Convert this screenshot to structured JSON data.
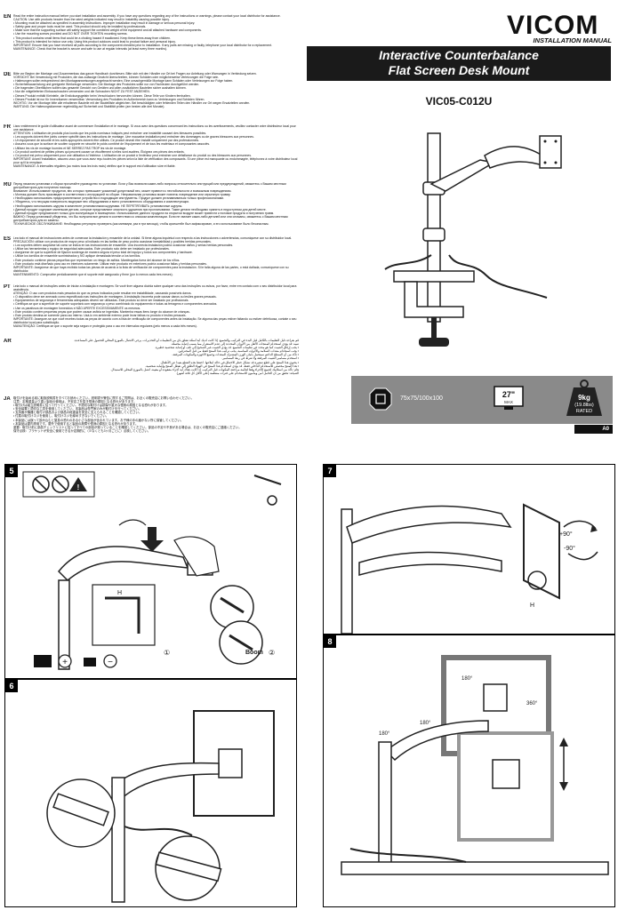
{
  "header": {
    "brand": "VICOM",
    "subtitle": "INSTALLATION MANUAL",
    "title_line1": "Interactive Counterbalance",
    "title_line2": "Flat Screen Desk Mount",
    "model": "VIC05-C012U"
  },
  "languages": [
    {
      "code": "EN",
      "lines": [
        "Read the entire instruction manual before you start installation and assembly. If you have any questions regarding any of the instructions or warnings, please contact your local distributor for assistance.",
        "CAUTION: Use with products heavier than the rated weights indicated may result in instability causing possible injury.",
        "• Mounting must be attached as specified in assembly instructions. Improper installation may result in damage or serious personal injury.",
        "• Safety gear and proper tools must be used. This product should only be installed by professionals.",
        "• Make sure that the supporting surface will safely support the combined weight of the equipment and all attached hardware and components.",
        "• Use the mounting screws provided and DO NOT OVER TIGHTEN mounting screws.",
        "• This product contains small items that could be a choking hazard if swallowed. Keep these items away from children.",
        "• This product is intended for indoor use only. Using this product outdoors could lead to product failure and personal injury.",
        "IMPORTANT: Ensure that you have received all parts according to the component checklist prior to installation. If any parts are missing or faulty, telephone your local distributor for a replacement.",
        "MAINTENANCE: Check that the bracket is secure and safe to use at regular intervals (at least every three months)."
      ]
    },
    {
      "code": "DE",
      "lines": [
        "Bitte vor Beginn der Montage und Zusammenbau das ganze Handbuch durchlesen. Bitte sich mit den Händler vor Ort bei Fragen zur Anleitung oder Warnungen in Verbindung setzen.",
        "VORSICHT: Bei Verwendung mit Produkten, die das zulässige Gewicht überschreiten, können Schäden oder möglicherweise Verletzungen die Folge sein.",
        "• Halterungen sollen entsprechend den Montageanweisungen angebracht werden. Eine unsachgemäße Montage kann Schäden oder Verletzungen zur Folge haben.",
        "• Sicherheitsausrüstung und geeignete Werkzeuge verwenden. Die Montage des Produktes sollte nur von Fachleuten durchgeführt werden.",
        "• Die tragenden Oberflächen sollten das gesamte Gewicht von Geräten und allen zusätzlichen Bauteilen sicher aushalten können.",
        "• Nur die mitgelieferten Einbauschrauben verwenden und die Schrauben NICHT ZU FEST ANZIEHEN.",
        "• Dieses Produkt enthält Kleinteile, die Erstickungsgefahr beim Verschlucken hervorrufen können. Diese Teile von Kindern fernhalten.",
        "• Dieses Produkt ist nur für Innenräumen verwendbar. Verwendung des Produktes im Außenbereich kann zu Verletzungen und Schäden führen.",
        "WICHTIG: Vor der Montage bitte alle erhaltenen Bauteile mit der Bauteilliste abgleichen. Bei beschädigten oder fehlenden Teilen den Händler vor Ort wegen Ersatzteilen anrufen.",
        "WARTUNG: Die Halterungsklammer regelmäßig auf Sicherheit und Stabilität prüfen (am besten alle drei Monate)."
      ]
    },
    {
      "code": "FR",
      "lines": [
        "Lisez entièrement le guide d'utilisateur avant de commencer l'installation et le montage. Si vous avez des questions concernant les instructions ou les avertissements, veuillez contacter votre distributeur local pour une assistance.",
        "ATTENTION: L'utilisation de produits plus lourds que les poids nominaux indiqués peut entraîner une instabilité causant des blessures possibles.",
        "• Les supports doivent être joints comme spécifié dans les instructions de montage. Une mauvaise installation peut entraîner des dommages ou de graves blessures aux personnes.",
        "• Un équipement de sécurité et les outils appropriés doivent être utilisés. Ce produit devrait être installé uniquement par des professionnels.",
        "• Assurez-vous que la surface de soutien supporte en sécurité le poids combiné de l'équipement et de tous les matériaux et composantes associés.",
        "• Utilisez les vis de montage fournies et NE SERREZ PAS TROP les vis de montage.",
        "• Ce produit contient de petites pièces qui peuvent causer un étouffement si elles sont avalées. Éloignez ces pièces des enfants.",
        "• Ce produit est prévu uniquement pour une utilisation à l'intérieur. L'utilisation de ce produit à l'extérieur peut entraîner une défaillance du produit ou des blessures aux personnes.",
        "IMPORTANT: Avant l'installation, assurez-vous que vous avez reçu toutes les pièces selon la liste de vérification des composants. Si une pièce est manquante ou endommagée, téléphonez à votre distributeur local pour qu'il la remplace.",
        "MAINTENANCE: À intervalles réguliers (au moins tous les trois mois) vérifiez que le support est d'utilisation sûre et fiable."
      ]
    },
    {
      "code": "RU",
      "lines": [
        "Перед началом установки и сборки прочитайте руководство по установке. Если у Вас возникли какие-либо вопросы относительно инструкций или предупреждений, свяжитесь с Вашим местным дистрибьютором для получения помощи.",
        "Внимание: Использование продуктов, вес которых превышает указанный допустимый вес, может привести к нестабильности и возможным повреждениям.",
        "• Монтаж должен быть произведен в соответствии с инструкцией по сборке. Неправильная установка может повлечь повреждение или серьезную травму.",
        "• Необходимо использовать предохранительное устройство и подходящие инструменты. Продукт должен устанавливаться только профессионалами.",
        "• Убедитесь, что несущая поверхность выдержит вес оборудования и всего установленного оборудования и комплектующих.",
        "• Необходимо использовать шурупы в комплекте установочными шурупами. НЕ ПЕРЕТЯГИВАТЬ установочные шурупы.",
        "• Данный продукт содержит маленькие детали, которые представляют опасность удушения при проглатывании. Такие детали необходимо хранить в недоступном для детей месте.",
        "• Данный продукт предназначен только для эксплуатации в помещениях. Использование данного продукта на открытом воздухе может привести к поломке продукта и получению травм.",
        "ВАЖНО: Перед установкой убедитесь, что Вы получили все детали в соответствии со списком комплектации. Если не хватает каких-либо деталей или они сломаны, свяжитесь с Вашим местным дистрибьютором для их замены.",
        "ТЕХНИЧЕСКОЕ ОБСЛУЖИВАНИЕ: Необходимо регулярно проверять (как минимум, раз в три месяца), чтобы кронштейн был зафиксирован, и его использование было безопасным."
      ]
    },
    {
      "code": "ES",
      "lines": [
        "Lea todo el manual de instrucciones antes de comenzar la instalación y ensamble de la unidad. Si tiene alguna inquietud con respecto a las instrucciones o advertencias, comuníquese con su distribuidor local.",
        "PRECAUCIÓN: utilizar con productos de mayor peso al indicado en las tarifas de peso podría ocasionar inestabilidad y posibles heridas personales.",
        "• Los soportes deben acoplarse tal como se indica en las instrucciones de ensamble. Una incorrecta instalación podría ocasionar daños y serias heridas personales.",
        "• Utilice las herramientas y equipo de seguridad adecuados. Este producto solo debe ser instalado por profesionales.",
        "• Asegúrese de que la superficie de fijación sostenga de manera segura el peso total del equipo y todos sus componentes y hardware.",
        "• Utilice los tornillos de ensamble suministrados y NO aplique demasiada tensión a los tornillos.",
        "• Este producto contiene piezas pequeñas que representan un riesgo de asfixia. Manténgalas fuera del alcance de los niños.",
        "• Este producto está diseñado para uso en interiores solamente. Utilizar este producto en exteriores podría ocasionar fallas y heridas personales.",
        "IMPORTANTE: Asegúrese de que haya recibido todas las piezas de acuerdo a la lista de verificación de componentes para la instalación. Si le falta alguna de las partes, o está dañada, comuníquese con su distribuidor.",
        "MANTENIMIENTO: Compruebe periódicamente que el soporte esté asegurado y firme (por lo menos cada tres meses)."
      ]
    },
    {
      "code": "PT",
      "lines": [
        "Leia todo o manual de instruções antes de iniciar a instalação e montagem. Se você tiver alguma dúvida sobre qualquer uma das instruções ou avisos, por favor, entre em contato com o seu distribuidor local para assistência.",
        "ATENÇÃO: O uso com produtos mais pesados do que os pesos indicados pode resultar em instabilidade, causando possíveis danos.",
        "• O dispositivo deve ser anexado como especificado nas instruções de montagem. A instalação incorreta pode causar danos ou lesões graves pessoais.",
        "• Equipamentos de segurança e ferramentas adequadas devem ser utilizadas. Este produto só deve ser instalado por profissionais.",
        "• Certifique-se que a superfície de suporte suportará com segurança o peso combinado do equipamento e todas as ferragens e componentes anexados.",
        "• Use os parafusos de montagem fornecidos e NÃO APERTE EXCESSIVAMENTE os mesmos.",
        "• Este produto contém pequenas peças que podem causar asfixia se ingeridas. Mantenha essas itens longe do alcance de crianças.",
        "• Este produto destina-se somente para uso interno. Usá-lo em ambiente externo pode levar falhas no produto e lesões pessoais.",
        "IMPORTANTE: Assegure-se que você recebeu todas as peças de acordo com a lista de verificação de componentes antes da instalação. Se alguma das peças estiver faltando ou estiver defeituosa, contate o seu distribuidor local para substituição.",
        "MANUTENÇÃO: Certifique-se que o suporte seja seguro e protegido para o uso em intervalos regulares (pelo menos a cada três meses)."
      ]
    },
    {
      "code": "AR",
      "lines": [
        "قم بقراءة دليل التعليمات بالكامل قبل البدء في التركيب والتجميع. إذا كانت لديك أية أسئلة تتعلق بأي من التعليمات أو التحذيرات، يرجى الاتصال بالموزع المحلي للحصول على المساعدة.",
        "تنبيه: قد يؤدي استخدام المنتجات الأثقل من الأوزان المحددة إلى عدم الاستقرار مما يسبب إصابة محتملة.",
        "• يجب إرفاق التثبيت كما هو محدد في تعليمات التجميع. قد يؤدي التثبيت غير الصحيح إلى تلف أو إصابة شخصية خطيرة.",
        "• يجب استخدام معدات السلامة والأدوات المناسبة. يجب تركيب هذا المنتج فقط من قبل المحترفين.",
        "• تأكد من أن السطح الداعم سيتحمل بأمان الوزن المشترك للمعدات وجميع الأجهزة والمكونات المرفقة.",
        "• استخدم مسامير التثبيت المرفقة ولا تفرط في ربط المسامير.",
        "• يحتوي هذا المنتج على قطع صغيرة قد تشكل خطر الاختناق في حالة ابتلاعها. احفظ هذه القطع بعيدا عن الأطفال.",
        "• هذا المنتج مخصص للاستخدام الداخلي فقط. قد يؤدي استخدام هذا المنتج في الهواء الطلق إلى تعطل المنتج وإصابة شخصية.",
        "هام: تأكد من استلامك لجميع الأجزاء وفقا لقائمة مراجعة المكونات قبل التركيب. إذا كانت هناك أية أجزاء مفقودة أو معيبة، اتصل بالموزع المحلي للاستبدال.",
        "الصيانة: تحقق من أن الحامل آمن ومأمون للاستخدام على فترات منتظمة (على الأقل كل ثلاثة أشهر)."
      ]
    },
    {
      "code": "JA",
      "lines": [
        "取付けを始める前に取扱説明書をすべてお読みください。説明書や警告に関するご質問は、お近くの販売店にお問い合わせください。",
        "注意：定格重量より重い製品の使用は、不安定さを招き怪我の原因となる恐れがあります。",
        "• 取付けは組立説明書に従って行ってください。不適切な取付けは損傷や重大な怪我の原因となる恐れがあります。",
        "• 安全装置と適切な工具を使用してください。本製品は専門家のみが取付けを行ってください。",
        "• 支持面が機器と取付け部品および部品の総重量を安全に支えられることを確認してください。",
        "• 付属の取付けネジを使用し、取付けネジを締めすぎないでください。",
        "• 本製品には誤って飲み込むと窒息の恐れのある小さな部品が含まれています。お子様の手の届かない所に保管してください。",
        "• 本製品は屋内専用です。屋外で使用すると製品の故障や怪我の原因となる恐れがあります。",
        "重要：取付け前に部品チェックリストに従ってすべての部品が揃っていることを確認してください。部品の不足や不良がある場合は、お近くの販売店にご連絡ください。",
        "保守点検：ブラケットが安全に使用できるか定期的に（少なくとも3ヶ月ごとに）点検してください。"
      ]
    }
  ],
  "specs": {
    "vesa": "75x75/100x100",
    "screen_size": "27\"",
    "screen_size_suffix": "MAX",
    "weight": "9kg",
    "weight_lbs": "(19.8lbs)",
    "weight_label": "RATED",
    "page_label": "A0"
  },
  "steps": [
    {
      "number": "5",
      "label_boom": "Boom",
      "label_h": "H",
      "circle1": "①",
      "circle2": "②"
    },
    {
      "number": "6"
    },
    {
      "number": "7",
      "angle_plus": "+90°",
      "angle_minus": "-90°",
      "label_h": "H"
    },
    {
      "number": "8",
      "rot1": "180°",
      "rot2": "360°",
      "rot3": "180°",
      "rot4": "180°"
    }
  ]
}
